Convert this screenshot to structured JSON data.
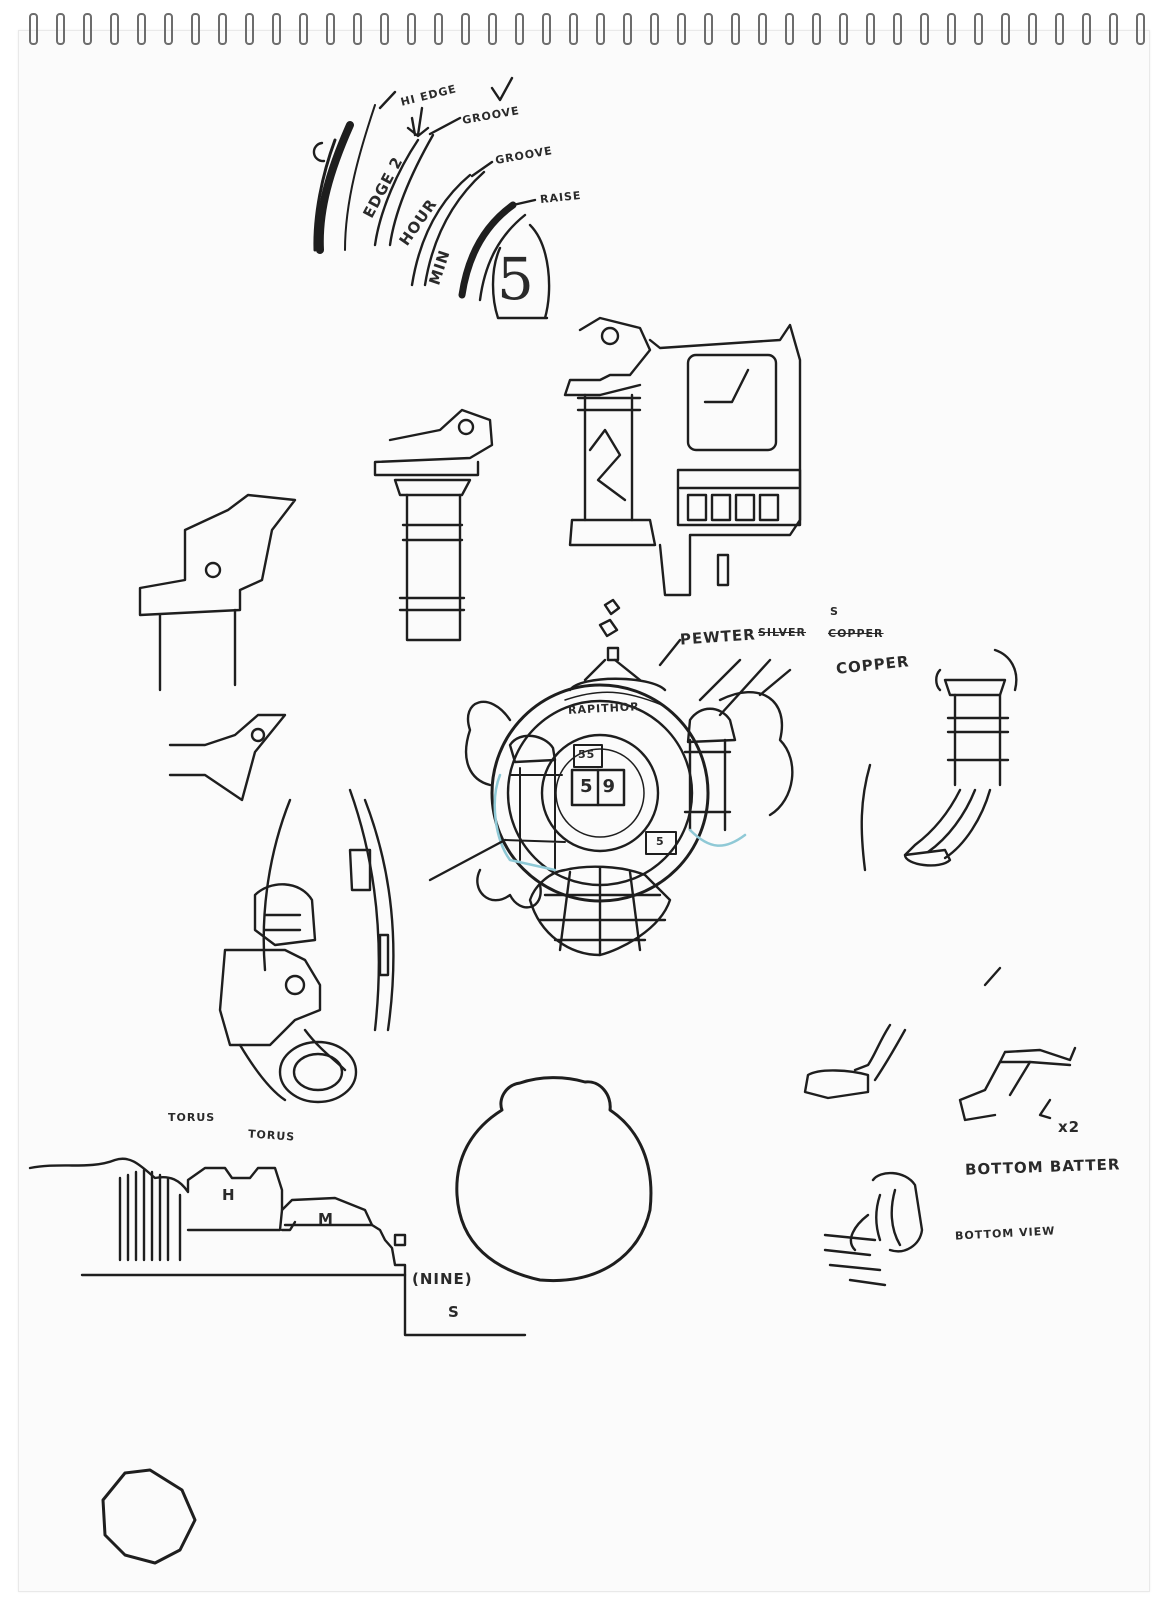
{
  "labels": {
    "hi_edge": "HI EDGE",
    "groove_1": "GROOVE",
    "edge_2": "EDGE 2",
    "hour": "HOUR",
    "groove_2": "GROOVE",
    "raise": "RAISE",
    "min": "MIN",
    "digit_5_top": "5",
    "pewter": "PEWTER",
    "silver": "SILVER",
    "s_mark": "S",
    "copper_struck": "COPPER",
    "copper": "COPPER",
    "rapithor": "RAPITHOR",
    "dial_55": "55",
    "dial_59": "59",
    "dial_5": "5",
    "torus_1": "TORUS",
    "torus_2": "TORUS",
    "letter_h": "H",
    "letter_m": "M",
    "nine": "(NINE)",
    "nine_s": "S",
    "x2": "x2",
    "bottom_batter": "BOTTOM BATTER",
    "bottom_view": "BOTTOM VIEW"
  },
  "colors": {
    "ink": "#1e1e1e",
    "paper": "#fbfbfb",
    "accent_blue": "#8fc9d6"
  }
}
